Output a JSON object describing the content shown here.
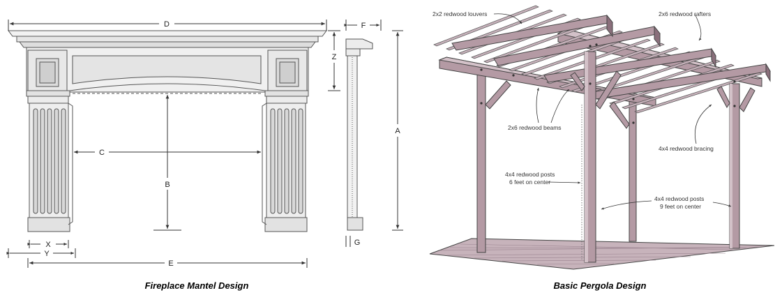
{
  "mantel": {
    "caption": "Fireplace Mantel Design",
    "dims": {
      "D": "D",
      "F": "F",
      "Z": "Z",
      "A": "A",
      "B": "B",
      "C": "C",
      "X": "X",
      "Y": "Y",
      "E": "E",
      "G": "G"
    }
  },
  "pergola": {
    "caption": "Basic Pergola Design",
    "labels": {
      "louvers": "2x2 redwood louvers",
      "rafters": "2x6 redwood rafters",
      "beams": "2x6 redwood beams",
      "bracing": "4x4 redwood bracing",
      "posts6_line1": "4x4 redwood posts",
      "posts6_line2": "6 feet on center",
      "posts9_line1": "4x4 redwood posts",
      "posts9_line2": "9 feet on center"
    }
  },
  "colors": {
    "wood": "#b49aa4",
    "wood_dark": "#8a6f7b",
    "wood_light": "#d3c1c8",
    "line": "#444444"
  }
}
